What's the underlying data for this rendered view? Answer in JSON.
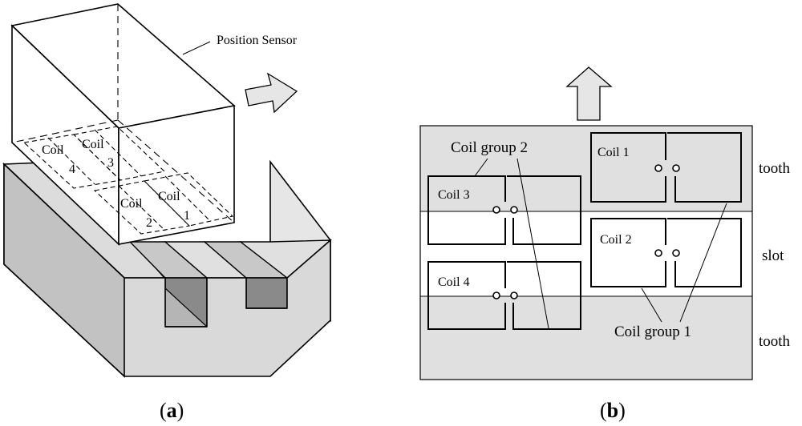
{
  "panel_a": {
    "sensor_label": "Position Sensor",
    "coils": [
      {
        "word": "Coil",
        "number": "4"
      },
      {
        "word": "Coil",
        "number": "3"
      },
      {
        "word": "Coil",
        "number": "2"
      },
      {
        "word": "Coil",
        "number": "1"
      }
    ],
    "caption_open": "(",
    "caption_letter": "a",
    "caption_close": ")"
  },
  "panel_b": {
    "coil_labels": [
      "Coil 1",
      "Coil 2",
      "Coil 3",
      "Coil 4"
    ],
    "group_labels": [
      "Coil group 2",
      "Coil group 1"
    ],
    "region_labels": [
      "tooth",
      "slot",
      "tooth"
    ],
    "caption_open": "(",
    "caption_letter": "b",
    "caption_close": ")"
  },
  "colors": {
    "light_gray": "#e6e6e6",
    "mid_gray": "#bdbdbd",
    "dark_gray": "#8a8a8a",
    "outline": "#000000"
  }
}
